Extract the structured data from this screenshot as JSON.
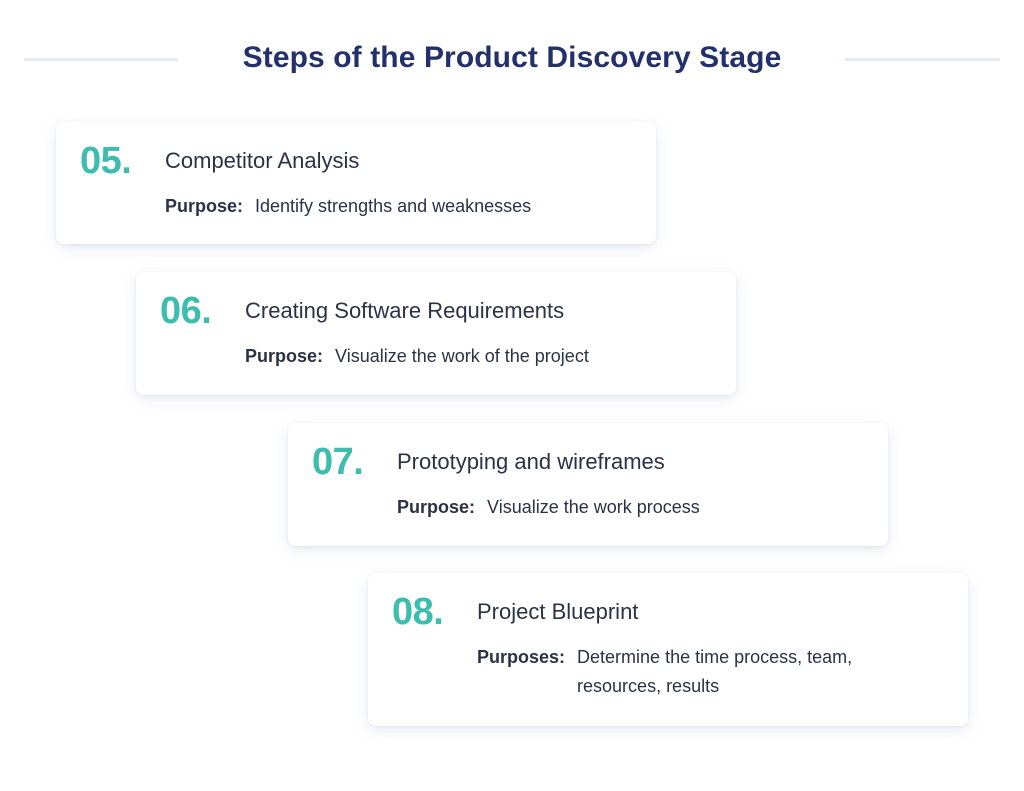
{
  "header": {
    "title": "Steps of the Product Discovery Stage"
  },
  "colors": {
    "title": "#22306b",
    "step_number": "#3dbdae",
    "body_text": "#2b3245",
    "divider": "#e6eaf1",
    "card_background": "#ffffff"
  },
  "steps": [
    {
      "number": "05.",
      "title": "Competitor Analysis",
      "purpose_label": "Purpose:",
      "purpose_text": "Identify strengths and weaknesses"
    },
    {
      "number": "06.",
      "title": "Creating Software Requirements",
      "purpose_label": "Purpose:",
      "purpose_text": "Visualize the work of the project"
    },
    {
      "number": "07.",
      "title": "Prototyping and wireframes",
      "purpose_label": "Purpose:",
      "purpose_text": "Visualize the work process"
    },
    {
      "number": "08.",
      "title": "Project Blueprint",
      "purpose_label": "Purposes:",
      "purpose_text": "Determine the time process, team, resources, results"
    }
  ]
}
